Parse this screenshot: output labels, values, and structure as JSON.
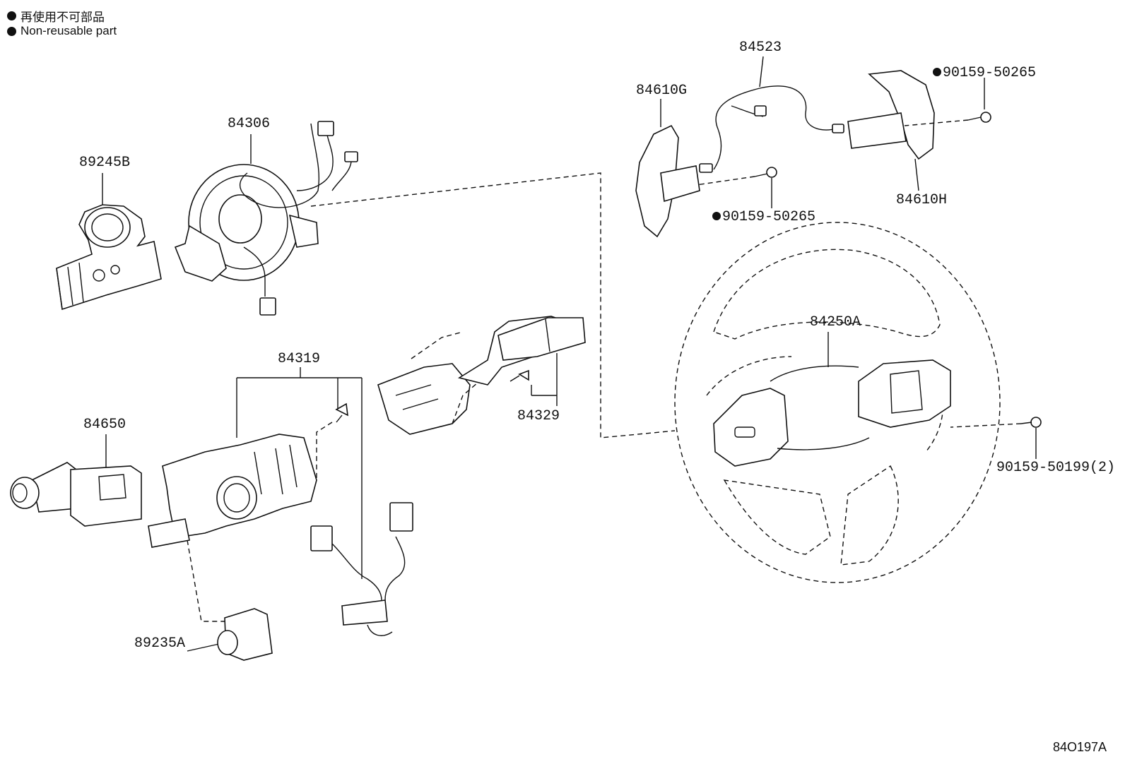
{
  "legend": [
    {
      "text": "再使用不可部品"
    },
    {
      "text": "Non-reusable part"
    }
  ],
  "parts": {
    "p89245B": "89245B",
    "p84306": "84306",
    "p84319": "84319",
    "p84650": "84650",
    "p89235A": "89235A",
    "p84329": "84329",
    "p84610G": "84610G",
    "p84523": "84523",
    "p84610H": "84610H",
    "p9015950265a": "90159-50265",
    "p9015950265b": "90159-50265",
    "p84250A": "84250A",
    "p9015950199": "90159-50199(2)"
  },
  "figure_id": "84O197A"
}
